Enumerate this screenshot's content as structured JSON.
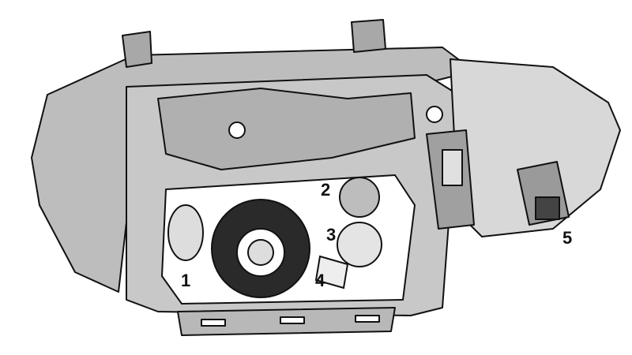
{
  "diagram": {
    "subject": "headlight-unit-rear-view",
    "callouts": [
      {
        "label": "1",
        "part": "side-bulb-holder"
      },
      {
        "label": "2",
        "part": "upper-bulb-holder"
      },
      {
        "label": "3",
        "part": "middle-bulb-holder"
      },
      {
        "label": "4",
        "part": "lower-bulb-connector"
      },
      {
        "label": "5",
        "part": "electrical-connector"
      }
    ],
    "colors": {
      "fill": "#b8b8b8",
      "line": "#111111",
      "dark": "#2a2a2a",
      "background": "#ffffff"
    }
  }
}
